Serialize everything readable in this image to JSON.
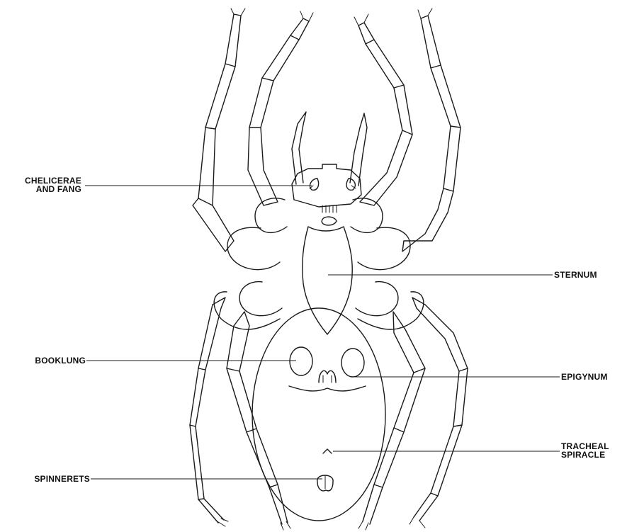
{
  "labels": {
    "chelicerae": {
      "line1": "CHELICERAE",
      "line2": "AND FANG"
    },
    "booklung": "BOOKLUNG",
    "spinnerets": "SPINNERETS",
    "sternum": "STERNUM",
    "epigynum": "EPIGYNUM",
    "tracheal": {
      "line1": "TRACHEAL",
      "line2": "SPIRACLE"
    }
  },
  "colors": {
    "ink": "#1a1a1a",
    "background": "#ffffff"
  }
}
